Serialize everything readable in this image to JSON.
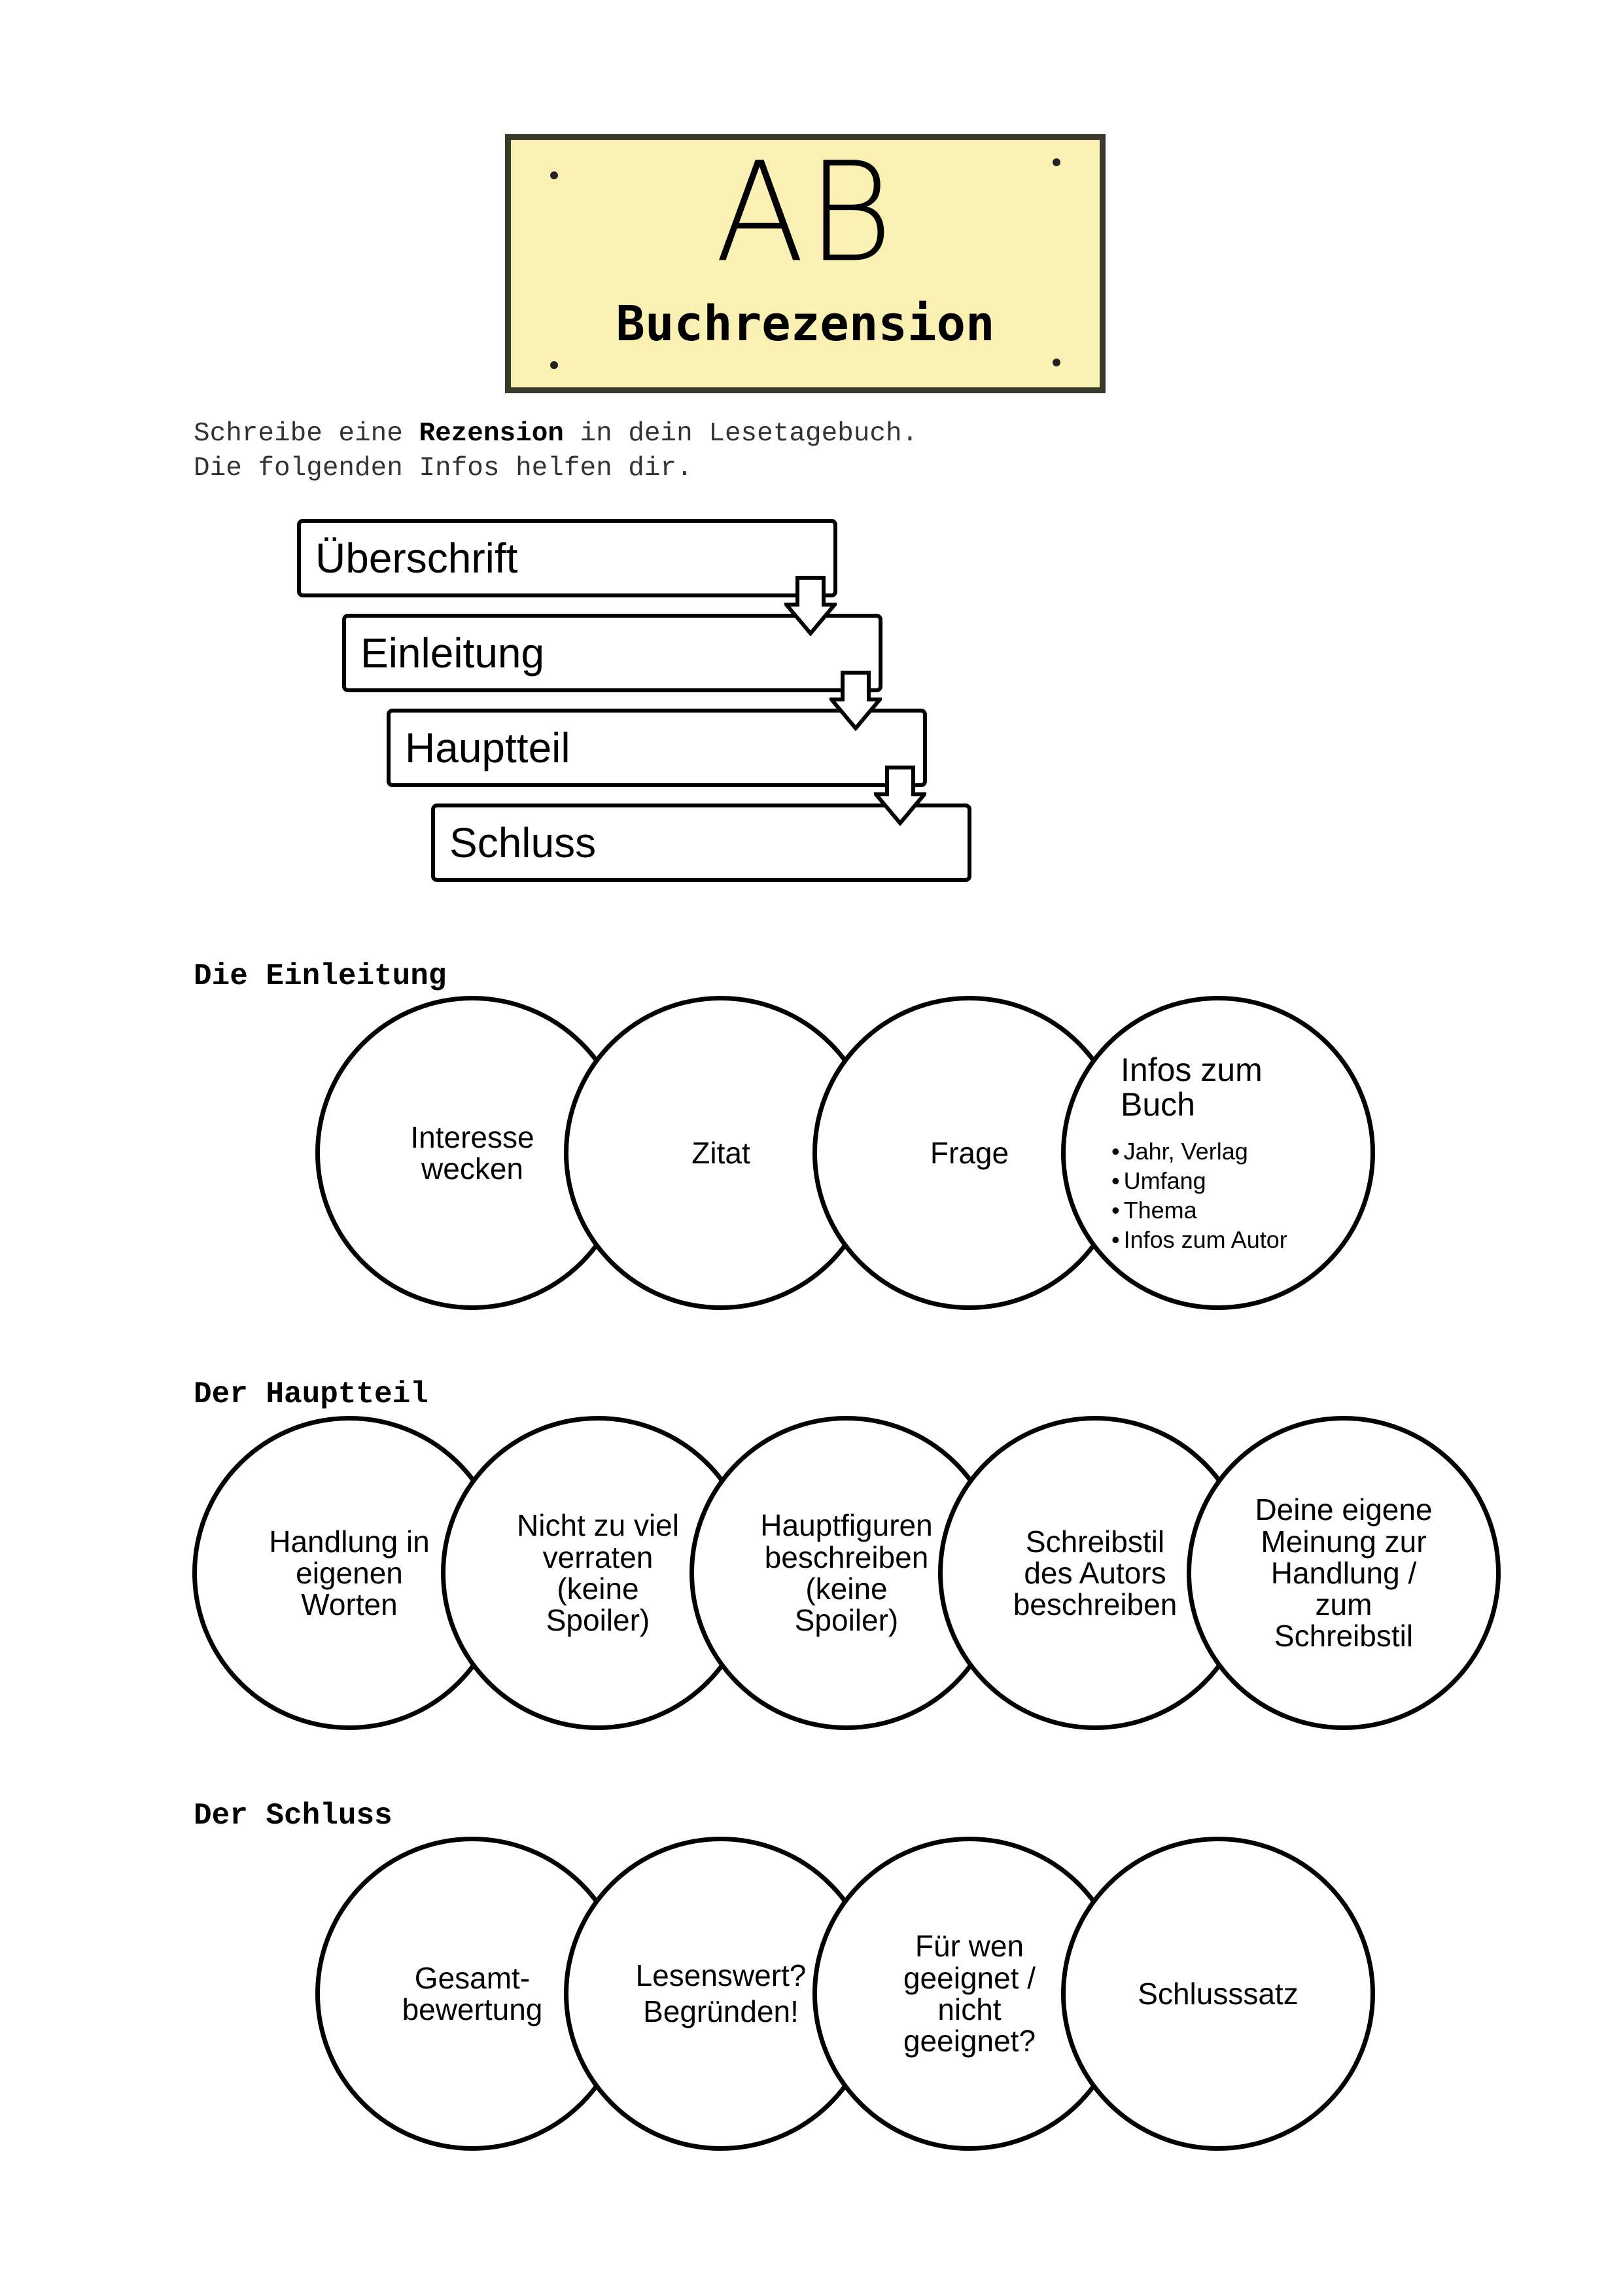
{
  "header": {
    "sign_letters": "AB",
    "sign_title": "Buchrezension"
  },
  "intro": {
    "line1_pre": "Schreibe eine ",
    "line1_bold": "Rezension",
    "line1_post": " in dein Lesetagebuch.",
    "line2": "Die folgenden Infos helfen dir."
  },
  "steps": [
    "Überschrift",
    "Einleitung",
    "Hauptteil",
    "Schluss"
  ],
  "sections": {
    "einleitung": {
      "title": "Die Einleitung",
      "circles": [
        "Interesse\nwecken",
        "Zitat",
        "Frage"
      ],
      "info_title": "Infos zum\nBuch",
      "info_items": [
        "Jahr, Verlag",
        "Umfang",
        "Thema",
        "Infos zum Autor"
      ]
    },
    "hauptteil": {
      "title": "Der Hauptteil",
      "circles": [
        "Handlung in\neigenen\nWorten",
        "Nicht zu viel\nverraten\n(keine\nSpoiler)",
        "Hauptfiguren\nbeschreiben\n(keine\nSpoiler)",
        "Schreibstil\ndes Autors\nbeschreiben",
        "Deine eigene\nMeinung zur\nHandlung /\nzum\nSchreibstil"
      ]
    },
    "schluss": {
      "title": "Der Schluss",
      "circles": [
        "Gesamt-\nbewertung",
        "Lesenswert?",
        "Begründen!",
        "Für wen\ngeeignet /\nnicht\ngeeignet?",
        "Schlusssatz"
      ]
    }
  }
}
